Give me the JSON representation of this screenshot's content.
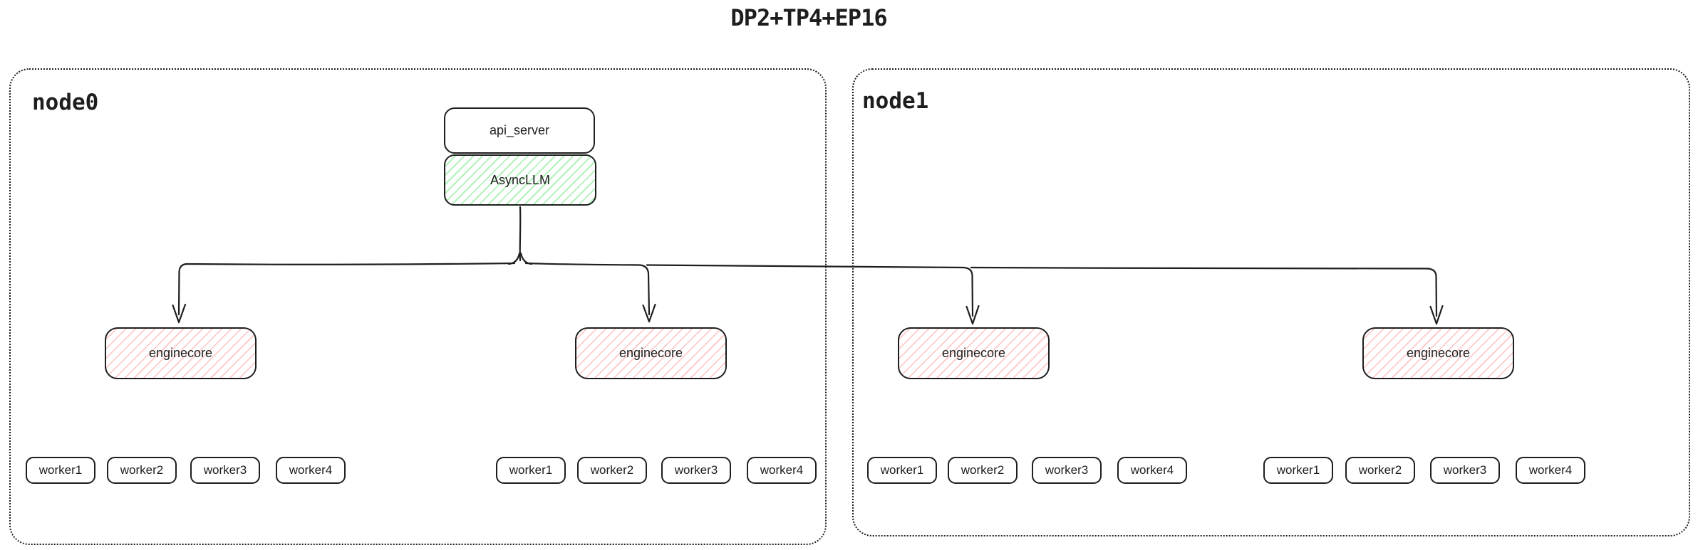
{
  "title": "DP2+TP4+EP16",
  "colors": {
    "stroke": "#1e1e1e",
    "async_llm_hatch": "#b2f2bb",
    "enginecore_hatch": "#ffc9c9",
    "background": "#ffffff"
  },
  "frontend": {
    "api_server": "api_server",
    "async_llm": "AsyncLLM"
  },
  "nodes": [
    {
      "name": "node0",
      "groups": [
        {
          "enginecore": "enginecore",
          "workers": [
            "worker1",
            "worker2",
            "worker3",
            "worker4"
          ]
        },
        {
          "enginecore": "enginecore",
          "workers": [
            "worker1",
            "worker2",
            "worker3",
            "worker4"
          ]
        }
      ]
    },
    {
      "name": "node1",
      "groups": [
        {
          "enginecore": "enginecore",
          "workers": [
            "worker1",
            "worker2",
            "worker3",
            "worker4"
          ]
        },
        {
          "enginecore": "enginecore",
          "workers": [
            "worker1",
            "worker2",
            "worker3",
            "worker4"
          ]
        }
      ]
    }
  ]
}
